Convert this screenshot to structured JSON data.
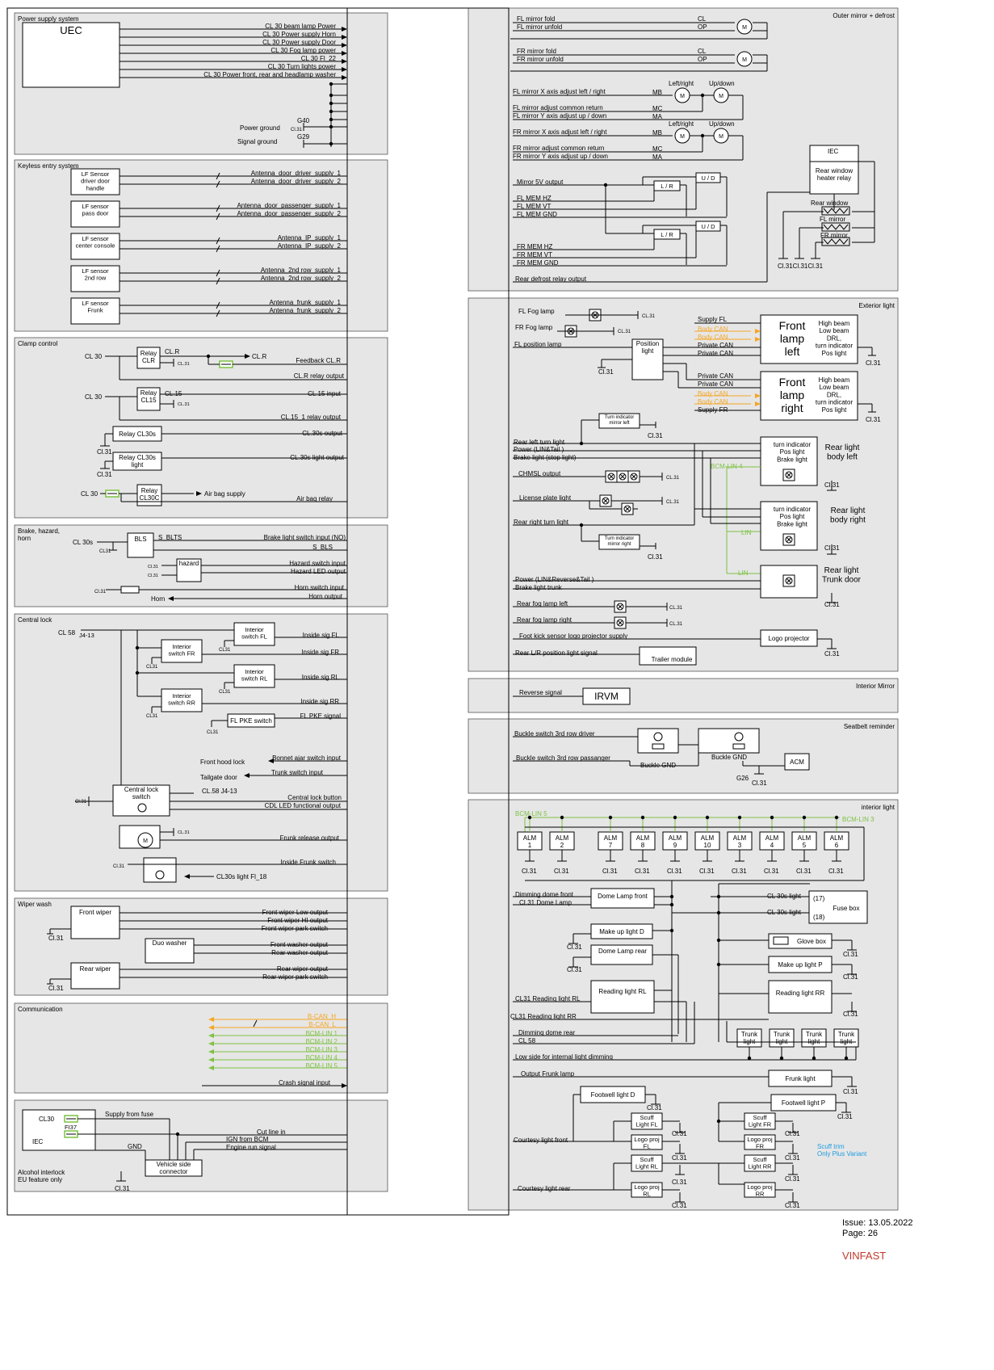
{
  "colors": {
    "panel": "#e6e6e6",
    "line": "#000000",
    "can": "#f5a623",
    "lin": "#7dc242",
    "brand": "#c0392b",
    "note": "#1e9be0"
  },
  "left_panels": [
    {
      "title": "Power supply system"
    },
    {
      "title": "Keyless entry system"
    },
    {
      "title": "Clamp control"
    },
    {
      "title": "Brake, hazard, horn"
    },
    {
      "title": "Central lock"
    },
    {
      "title": "Wiper wash"
    },
    {
      "title": "Communication"
    },
    {
      "title": ""
    }
  ],
  "right_panels": [
    {
      "title": "Outer mirror + defrost"
    },
    {
      "title": "Exterior light"
    },
    {
      "title": "Interior Mirror"
    },
    {
      "title": "Seatbelt reminder"
    },
    {
      "title": "interior light"
    }
  ],
  "power": {
    "uec": "UEC",
    "outputs": [
      "CL 30 beam lamp Power",
      "CL 30 Power supply Horn",
      "CL 30 Power supply Door",
      "CL 30 Fog lamp power",
      "CL 30 Fl_22",
      "CL 30 Turn lights power",
      "CL 30 Power front, rear and headlamp washer"
    ],
    "g40": "G40",
    "power_ground": "Power ground",
    "cl31": "Cl.31",
    "g29": "G29",
    "signal_ground": "Signal ground"
  },
  "keyless": [
    {
      "box": [
        "LF Sensor",
        "driver door",
        "handle"
      ],
      "signals": [
        "Antenna_door_driver_supply_1",
        "Antenna_door_driver_supply_2"
      ]
    },
    {
      "box": [
        "LF sensor",
        "pass door"
      ],
      "signals": [
        "Antenna_door_passenger_supply_1",
        "Antenna_door_passenger_supply_2"
      ]
    },
    {
      "box": [
        "LF sensor",
        "center console"
      ],
      "signals": [
        "Antenna_IP_supply_1",
        "Antenna_IP_supply_2"
      ]
    },
    {
      "box": [
        "LF sensor",
        "2nd row"
      ],
      "signals": [
        "Antenna_2nd row_supply_1",
        "Antenna_2nd row_supply_2"
      ]
    },
    {
      "box": [
        "LF sensor",
        "Frunk"
      ],
      "signals": [
        "Antenna_frunk_supply_1",
        "Antenna_frunk_supply_2"
      ]
    }
  ],
  "clamp": {
    "cl30": "CL 30",
    "relay_clr": [
      "Relay",
      "CLR"
    ],
    "clr": "CL.R",
    "cl31": "CL.31",
    "feedback": "Feedback CL.R",
    "clr_out": "CL.R relay output",
    "relay_cl15": [
      "Relay",
      "CL15"
    ],
    "cl15": "CL.15",
    "cl15_in": "CL.15 input",
    "cl15_out": "CL.15_1 relay output",
    "relay_cl30s": "Relay CL30s",
    "cl30s_out": "CL.30s output",
    "relay_cl30s_light": [
      "Relay CL30s",
      "light"
    ],
    "cl30s_light_out": "CL.30s light output",
    "relay_cl30c": [
      "Relay",
      "CL30C"
    ],
    "airbag_supply": "Air bag supply",
    "airbag_relay": "Air bag relay",
    "cl31b": "Cl.31"
  },
  "brake": {
    "cl30s": "CL 30s",
    "cl31": "CL31",
    "bls": "BLS",
    "s_blts": "S_BLTS",
    "bl_in": "Brake light switch input (NO)",
    "s_bls": "S_BLS",
    "hazard": "hazard",
    "hz_in": "Hazard switch input",
    "hz_led": "Hazard LED output",
    "horn_in": "Horn switch input",
    "horn": "Horn",
    "horn_out": "Horn output"
  },
  "central_lock": {
    "cl58": "CL 58",
    "j4": "J4-13",
    "switches": [
      "Interior switch FL",
      "Interior switch FR",
      "Interior switch RL",
      "Interior switch RR"
    ],
    "signals": [
      "Inside sig FL",
      "Inside sig FR",
      "Inside sig RL",
      "Inside sig RR"
    ],
    "pke": "FL PKE switch",
    "pke_sig": "FL PKE signal",
    "cl31": "CL31",
    "front_hood": "Front hood lock",
    "bonnet": "Bonnet ajar switch input",
    "tailgate": "Tailgate door",
    "trunk_in": "Trunk switch input",
    "central_switch": [
      "Central lock",
      "switch"
    ],
    "cl58j": "CL.58 J4-13",
    "cl_button": "Central lock button",
    "cdl": "CDL LED functional output",
    "frunk_rel": "Frunk release output",
    "frunk_sw": "Inside Frunk switch",
    "cl30s_light": "CL30s light Fl_18"
  },
  "wiper": {
    "front": "Front wiper",
    "duo": "Duo washer",
    "rear": "Rear wiper",
    "cl31": "Cl.31",
    "signals": [
      "Front wiper Low output",
      "Front wiper HI output",
      "Front wiper park switch",
      "Front washer output",
      "Rear washer output",
      "Rear wiper output",
      "Rear wiper park switch"
    ]
  },
  "comm": {
    "can": [
      "B-CAN_H",
      "B-CAN_L"
    ],
    "lin": [
      "BCM-LIN 1",
      "BCM-LIN 2",
      "BCM-LIN 3",
      "BCM-LIN 4",
      "BCM-LIN 5"
    ],
    "crash": "Crash signal input"
  },
  "alcohol": {
    "cl30": "CL30",
    "fi37": "FI37",
    "iec": "IEC",
    "supply": "Supply from fuse",
    "gnd": "GND",
    "cut": "Cut line in",
    "ign": "IGN from BCM",
    "engine": "Engine run signal",
    "connector": [
      "Vehicle side",
      "connector"
    ],
    "cl31": "Cl.31",
    "note": [
      "Alcohol interlock",
      "EU feature only"
    ]
  },
  "mirror": {
    "fl_fold": "FL mirror fold",
    "fl_unfold": "FL mirror unfold",
    "fr_fold": "FR mirror fold",
    "fr_unfold": "FR mirror unfold",
    "cl": "CL",
    "op": "OP",
    "m": "M",
    "lr": "Left/right",
    "ud": "Up/down",
    "fl_x": "FL mirror X axis adjust left / right",
    "fl_common": "FL mirror adjust common return",
    "fl_y": "FL mirror Y axis adjust up / down",
    "fr_x": "FR mirror X axis adjust left / right",
    "fr_common": "FR mirror adjust common return",
    "fr_y": "FR mirror Y axis adjust up / down",
    "mb": "MB",
    "mc": "MC",
    "ma": "MA",
    "v5": "Mirror 5V output",
    "fl_hz": "FL MEM HZ",
    "fl_vt": "FL MEM VT",
    "fl_gnd": "FL MEM GND",
    "fr_hz": "FR MEM HZ",
    "fr_vt": "FR MEM VT",
    "fr_gnd": "FR MEM GND",
    "defrost": "Rear defrost relay output",
    "l_r": "L / R",
    "u_d": "U / D",
    "iec": "IEC",
    "relay": [
      "Rear window",
      "heater relay"
    ],
    "rear_window": "Rear window",
    "fl_mirror": "FL mirror",
    "fr_mirror": "FR mirror",
    "cl31": "Cl.31"
  },
  "ext": {
    "fl_fog": "FL Fog lamp",
    "fr_fog": "FR Fog lamp",
    "fl_pos": "FL position lamp",
    "cl31": "CL.31",
    "cl31b": "Cl.31",
    "position": [
      "Position",
      "light"
    ],
    "supply_fl": "Supply FL",
    "supply_fr": "Supply FR",
    "body_can": "Body CAN",
    "private_can": "Private CAN",
    "front_left": [
      "Front",
      "lamp",
      "left"
    ],
    "front_right": [
      "Front",
      "lamp",
      "right"
    ],
    "lamp_funcs": [
      "High beam",
      "Low beam",
      "DRL,",
      "turn indicator",
      "Pos light"
    ],
    "turn_left": [
      "Turn indicator",
      "mirror left"
    ],
    "turn_right": [
      "Turn indicator",
      "mirror right"
    ],
    "rl_turn": "Rear left turn light",
    "power_lt": "Power (LIN&Tail )",
    "brake_stop": "Brake light (stop light)",
    "rear_funcs": [
      "turn indicator",
      "Pos light",
      "Brake light"
    ],
    "rear_left": [
      "Rear light",
      "body left"
    ],
    "rear_right": [
      "Rear light",
      "body right"
    ],
    "bcm_lin4": "BCM-LIN 4",
    "lin": "LIN",
    "chmsl": "CHMSL output",
    "license": "License plate light",
    "rr_turn": "Rear right turn light",
    "power_rev": "Power (LIN&Reverse&Tail )",
    "brake_trunk": "Brake light trunk",
    "trunk_door": [
      "Rear light",
      "Trunk door"
    ],
    "rear_fog_l": "Rear fog lamp left",
    "rear_fog_r": "Rear fog lamp right",
    "foot_kick": "Foot kick sensor logo projector supply",
    "logo": "Logo projector",
    "rear_lr": "Rear L/R position light signal",
    "trailer": "Trailer module"
  },
  "irvm": {
    "reverse": "Reverse signal",
    "box": "IRVM"
  },
  "seatbelt": {
    "driver": "Buckle switch 3rd row driver",
    "passanger": "Buckle switch 3rd row passanger",
    "buckle_gnd": "Buckle GND",
    "acm": "ACM",
    "g26": "G26",
    "cl31": "Cl.31"
  },
  "interior": {
    "lin5": "BCM-LIN 5",
    "lin3": "BCM-LIN 3",
    "alm": [
      [
        "ALM",
        "1"
      ],
      [
        "ALM",
        "2"
      ],
      [
        "ALM",
        "7"
      ],
      [
        "ALM",
        "8"
      ],
      [
        "ALM",
        "9"
      ],
      [
        "ALM",
        "10"
      ],
      [
        "ALM",
        "3"
      ],
      [
        "ALM",
        "4"
      ],
      [
        "ALM",
        "5"
      ],
      [
        "ALM",
        "6"
      ]
    ],
    "cl31": "Cl.31",
    "dim_front": "Dimming dome front",
    "cl31_dome": "CL31 Dome Lamp",
    "dome_front": "Dome Lamp front",
    "cl30s_light": "CL 30s light",
    "n17": "(17)",
    "n18": "(18)",
    "fuse": "Fuse box",
    "makeup_d": "Make up light D",
    "glove": "Glove box",
    "dome_rear": "Dome Lamp rear",
    "makeup_p": "Make up light P",
    "reading_rl": "Reading light RL",
    "reading_rr": "Reading light RR",
    "cl31_rl": "CL31 Reading light RL",
    "cl31_rr": "CL31 Reading light RR",
    "dim_rear": "Dimming dome rear",
    "cl58": "CL 58",
    "trunk": [
      "Trunk",
      "light"
    ],
    "low_side": "Low side for internal light dimming",
    "frunk_out": "Output Frunk lamp",
    "frunk_lamp": "Frunk light",
    "footwell_d": "Footwell light D",
    "footwell_p": "Footwell light P",
    "scuff_fl": [
      "Scuff",
      "Light FL"
    ],
    "logo_fl": [
      "Logo proj",
      "FL"
    ],
    "scuff_fr": [
      "Scuff",
      "Light FR"
    ],
    "logo_fr": [
      "Logo proj",
      "FR"
    ],
    "scuff_rl": [
      "Scuff",
      "Light RL"
    ],
    "logo_rl": [
      "Logo proj",
      "RL"
    ],
    "scuff_rr": [
      "Scuff",
      "Light RR"
    ],
    "logo_rr": [
      "Logo proj",
      "RR"
    ],
    "courtesy_front": "Courtesy light front",
    "courtesy_rear": "Courtesy light rear",
    "scuff_note": [
      "Scuff trim",
      "Only Plus Variant"
    ]
  },
  "footer": {
    "issue": "Issue:  13.05.2022",
    "page": "Page:    26",
    "brand": "VINFAST"
  }
}
